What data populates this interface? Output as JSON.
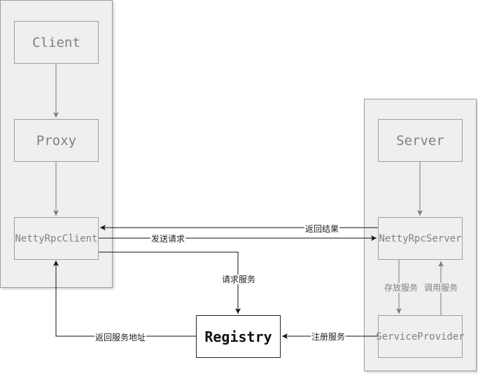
{
  "nodes": {
    "client": "Client",
    "proxy": "Proxy",
    "netty_rpc_client": "NettyRpcClient",
    "server": "Server",
    "netty_rpc_server": "NettyRpcServer",
    "service_provider": "ServiceProvider",
    "registry": "Registry"
  },
  "edges": {
    "return_result": "返回结果",
    "send_request": "发送请求",
    "request_service": "请求服务",
    "return_service_address": "返回服务地址",
    "register_service": "注册服务",
    "store_service": "存放服务",
    "call_service": "调用服务"
  }
}
